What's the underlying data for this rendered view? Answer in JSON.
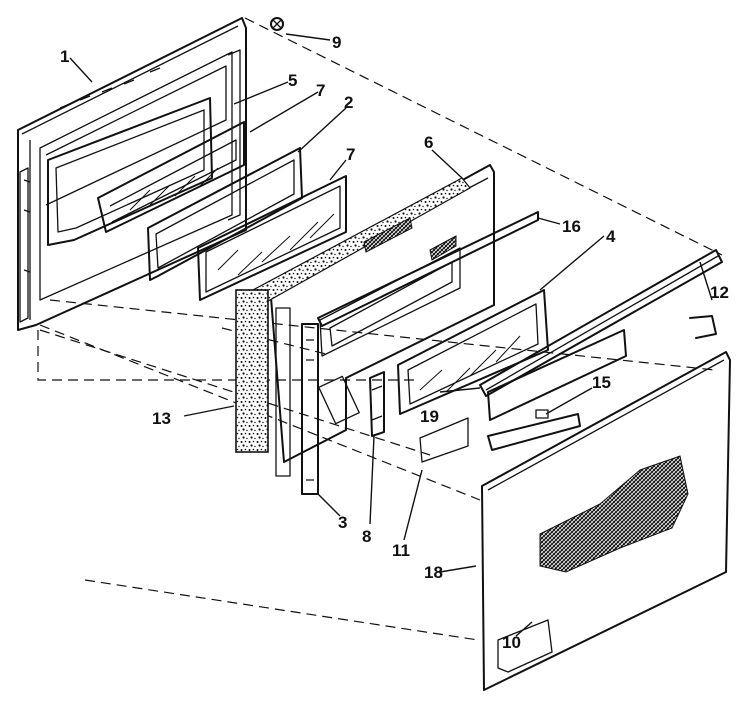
{
  "callouts": [
    {
      "id": "c1",
      "text": "1"
    },
    {
      "id": "c2",
      "text": "2"
    },
    {
      "id": "c3",
      "text": "3"
    },
    {
      "id": "c4",
      "text": "4"
    },
    {
      "id": "c5",
      "text": "5"
    },
    {
      "id": "c6",
      "text": "6"
    },
    {
      "id": "c7a",
      "text": "7"
    },
    {
      "id": "c7b",
      "text": "7"
    },
    {
      "id": "c8",
      "text": "8"
    },
    {
      "id": "c9",
      "text": "9"
    },
    {
      "id": "c10",
      "text": "10"
    },
    {
      "id": "c11",
      "text": "11"
    },
    {
      "id": "c12",
      "text": "12"
    },
    {
      "id": "c13",
      "text": "13"
    },
    {
      "id": "c15",
      "text": "15"
    },
    {
      "id": "c16",
      "text": "16"
    },
    {
      "id": "c18",
      "text": "18"
    },
    {
      "id": "c19",
      "text": "19"
    }
  ]
}
